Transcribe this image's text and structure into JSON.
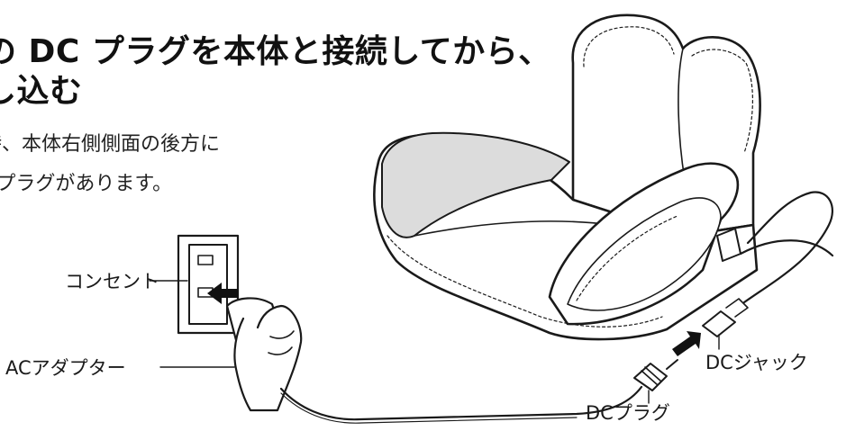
{
  "heading": {
    "line1": "の DC プラグを本体と接続してから、",
    "line2": "し込む"
  },
  "body": {
    "line1": "時、本体右側側面の後方に",
    "line2": "Cプラグがあります。"
  },
  "labels": {
    "outlet": "コンセント",
    "adapter": "ACアダプター",
    "dc_jack": "DCジャック",
    "dc_plug": "DCプラグ"
  }
}
